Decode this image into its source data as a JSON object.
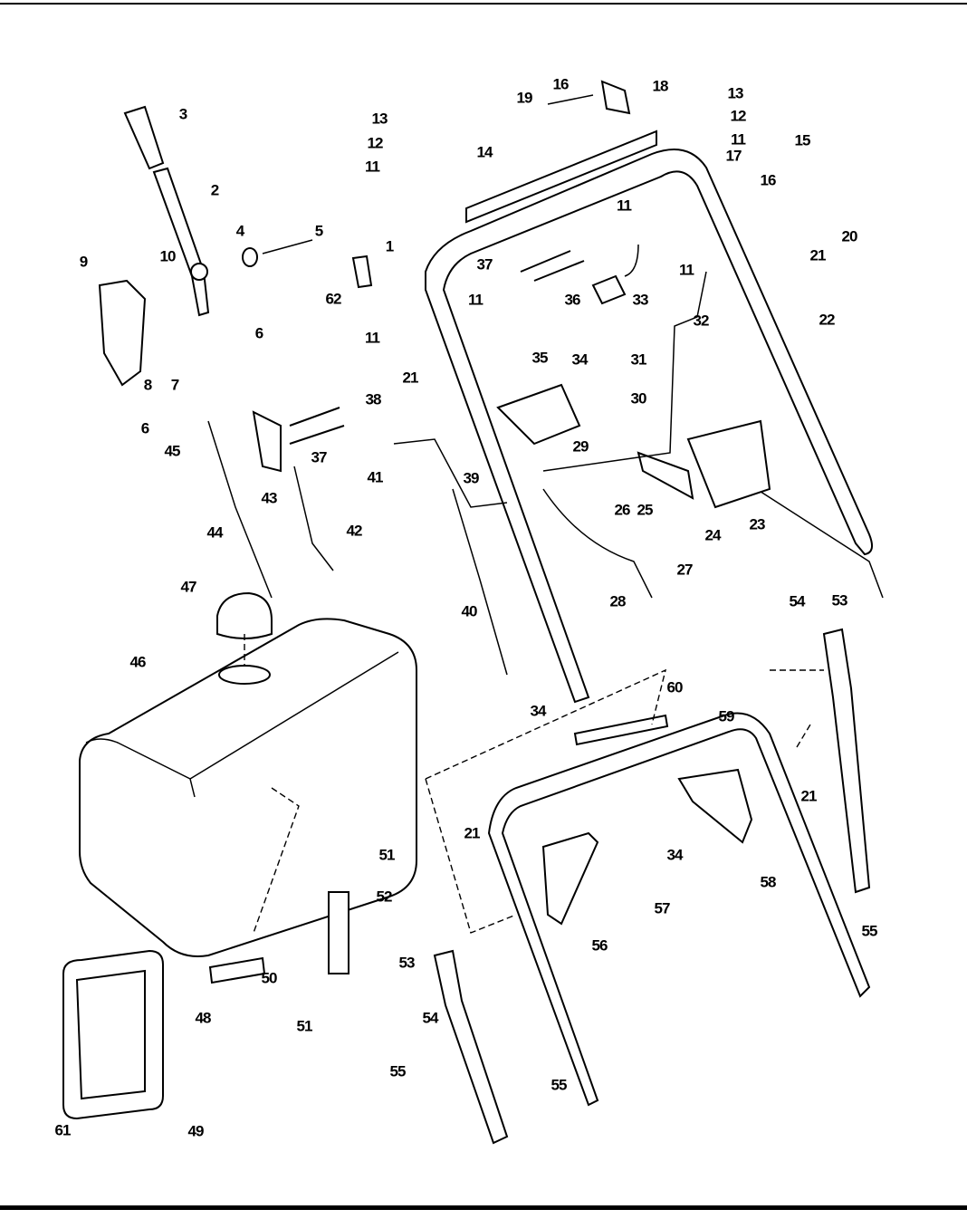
{
  "diagram": {
    "type": "exploded parts diagram",
    "callouts": [
      "3",
      "2",
      "4",
      "5",
      "9",
      "10",
      "6",
      "8",
      "7",
      "6",
      "45",
      "44",
      "43",
      "37",
      "42",
      "13",
      "12",
      "11",
      "14",
      "1",
      "62",
      "11",
      "11",
      "21",
      "38",
      "41",
      "39",
      "40",
      "35",
      "34",
      "37",
      "36",
      "33",
      "31",
      "30",
      "29",
      "19",
      "16",
      "18",
      "13",
      "12",
      "11",
      "15",
      "17",
      "16",
      "11",
      "11",
      "20",
      "21",
      "22",
      "32",
      "26",
      "25",
      "24",
      "23",
      "27",
      "28",
      "47",
      "46",
      "34",
      "60",
      "59",
      "54",
      "53",
      "21",
      "58",
      "34",
      "57",
      "51",
      "52",
      "21",
      "53",
      "56",
      "55",
      "50",
      "51",
      "54",
      "48",
      "55",
      "55",
      "61",
      "49"
    ]
  }
}
